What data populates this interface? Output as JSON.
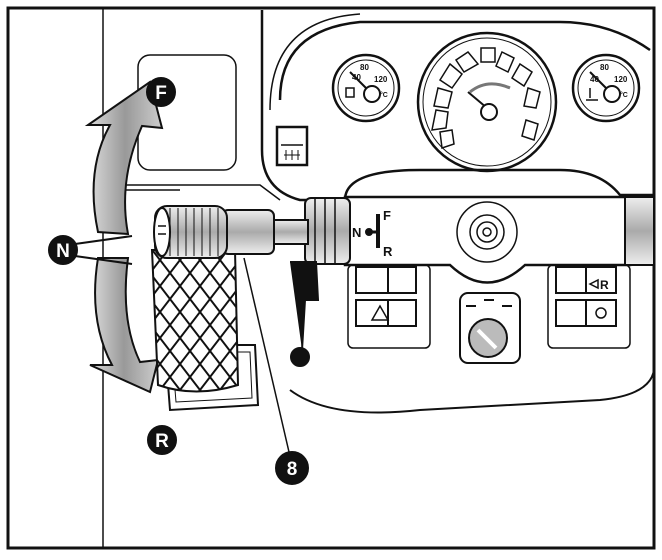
{
  "diagram": {
    "direction_labels": {
      "forward": "F",
      "neutral": "N",
      "reverse": "R"
    },
    "callout": "8",
    "shuttle_lever_labels": {
      "forward": "F",
      "neutral": "N",
      "reverse": "R"
    },
    "temp_gauge_left": {
      "ticks": [
        "40",
        "80",
        "120"
      ],
      "unit": "°C"
    },
    "temp_gauge_right": {
      "ticks": [
        "40",
        "80",
        "120"
      ],
      "unit": "°C"
    },
    "horn_switch_label": "R",
    "colors": {
      "line": "#111111",
      "arrow_fill": "#8a8a8a",
      "knob_fill": "#b8b8b8",
      "background": "#ffffff"
    }
  }
}
